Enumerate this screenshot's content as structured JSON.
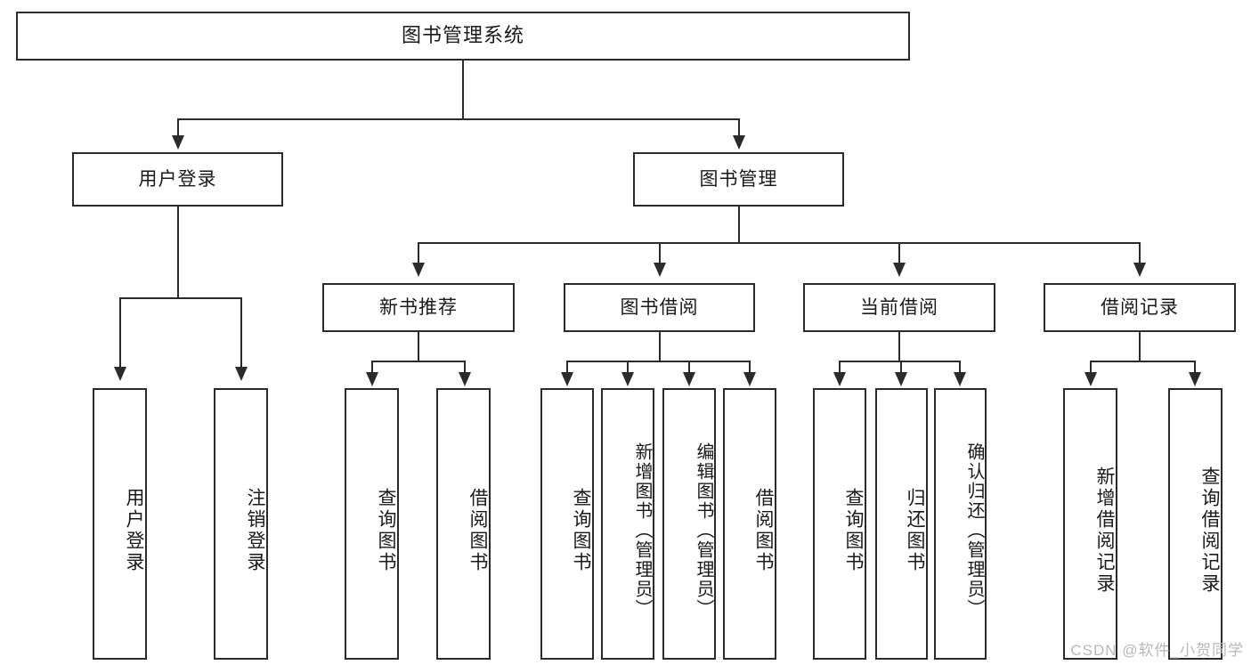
{
  "diagram": {
    "title": "图书管理系统",
    "type": "functional-structure-tree",
    "root": {
      "id": "root",
      "label": "图书管理系统"
    },
    "level2": [
      {
        "id": "user-login",
        "label": "用户登录"
      },
      {
        "id": "book-management",
        "label": "图书管理"
      }
    ],
    "level3": [
      {
        "id": "new-book-recommend",
        "label": "新书推荐",
        "parent": "book-management"
      },
      {
        "id": "book-borrow",
        "label": "图书借阅",
        "parent": "book-management"
      },
      {
        "id": "current-borrow",
        "label": "当前借阅",
        "parent": "book-management"
      },
      {
        "id": "borrow-record",
        "label": "借阅记录",
        "parent": "book-management"
      }
    ],
    "leaves": {
      "user_login": [
        {
          "id": "leaf-user-login",
          "label": "用户登录"
        },
        {
          "id": "leaf-logout-login",
          "label": "注销登录"
        }
      ],
      "new_book_recommend": [
        {
          "id": "leaf-query-book-1",
          "label": "查询图书"
        },
        {
          "id": "leaf-borrow-book-1",
          "label": "借阅图书"
        }
      ],
      "book_borrow": [
        {
          "id": "leaf-query-book-2",
          "label": "查询图书"
        },
        {
          "id": "leaf-add-book",
          "label": "新增图书（管理员）"
        },
        {
          "id": "leaf-edit-book",
          "label": "编辑图书（管理员）"
        },
        {
          "id": "leaf-borrow-book-2",
          "label": "借阅图书"
        }
      ],
      "current_borrow": [
        {
          "id": "leaf-query-book-3",
          "label": "查询图书"
        },
        {
          "id": "leaf-return-book",
          "label": "归还图书"
        },
        {
          "id": "leaf-confirm-return",
          "label": "确认归还（管理员）"
        }
      ],
      "borrow_record": [
        {
          "id": "leaf-add-record",
          "label": "新增借阅记录"
        },
        {
          "id": "leaf-query-record",
          "label": "查询借阅记录"
        }
      ]
    }
  },
  "watermark": {
    "text": "CSDN @软件_小贺同学"
  },
  "colors": {
    "stroke": "#2b2b2b",
    "background": "#ffffff",
    "text": "#1a1a1a",
    "watermark": "#b9b9b9"
  }
}
